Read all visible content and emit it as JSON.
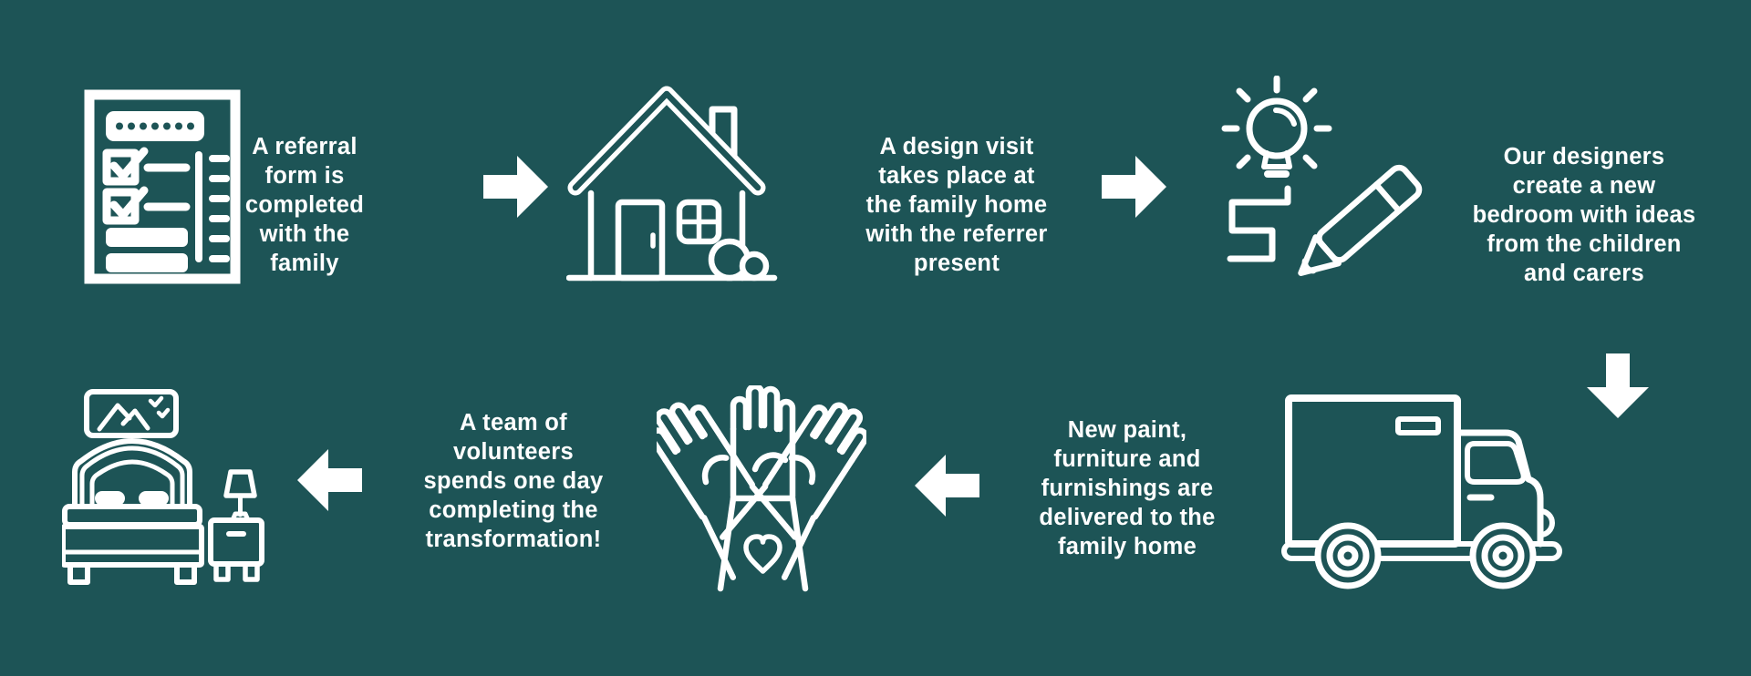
{
  "colors": {
    "background": "#1d5456",
    "foreground": "#ffffff"
  },
  "steps": [
    {
      "icon": "referral-form",
      "text": "A referral\nform is\ncompleted\nwith the\nfamily"
    },
    {
      "icon": "family-home",
      "text": "A design visit\ntakes place at\nthe family home\nwith the referrer\npresent"
    },
    {
      "icon": "design-ideas-lightbulb-pencil",
      "text": "Our designers\ncreate a new\nbedroom with ideas\nfrom the children\nand carers"
    },
    {
      "icon": "delivery-truck",
      "text": "New paint,\nfurniture and\nfurnishings are\ndelivered to the\nfamily home"
    },
    {
      "icon": "volunteer-hands",
      "text": "A team of\nvolunteers\nspends one day\ncompleting the\ntransformation!"
    },
    {
      "icon": "new-bedroom",
      "text": ""
    }
  ],
  "arrows": [
    "arrow-right",
    "arrow-right",
    "arrow-down",
    "arrow-left",
    "arrow-left"
  ]
}
